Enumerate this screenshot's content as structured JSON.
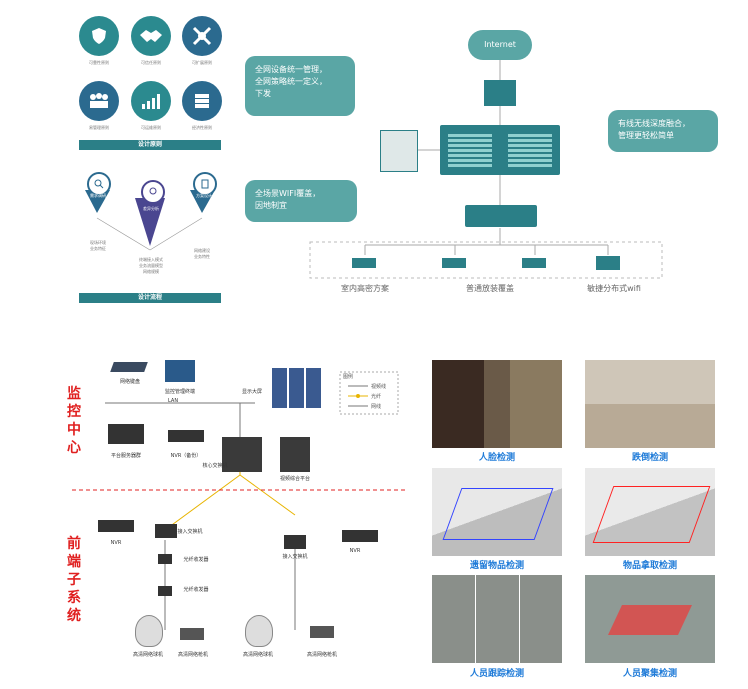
{
  "top_left": {
    "icon_labels": [
      "可靠性原则",
      "可信任原则",
      "可扩展原则",
      "易管理原则",
      "可运维原则",
      "经济性原则"
    ],
    "design_principle": "设计原则",
    "process_steps": [
      "需求调研",
      "差异分析",
      "方案设计"
    ],
    "process_notes": [
      "现场环境\n业务特征",
      "终端接入模式\n业务流量模型\n网络规模",
      "网络建设\n业务特性"
    ],
    "design_process": "设计流程"
  },
  "network": {
    "internet": "Internet",
    "bubble1": "全网设备统一管理，\n全网策略统一定义，\n下发",
    "bubble2": "有线无线深度融合，\n管理更轻松简单",
    "bubble3": "全场景WIFI覆盖，\n因地制宜",
    "scenarios": [
      "室内高密方案",
      "普通放装覆盖",
      "敏捷分布式wifi"
    ]
  },
  "monitoring": {
    "center_label": "监控中心",
    "front_label": "前端子系统",
    "legend_title": "图例",
    "legend_items": [
      "视频线",
      "光纤",
      "网线"
    ],
    "devices": {
      "keyboard": "网络键盘",
      "workstation": "监控管理终端",
      "display": "显示大屏",
      "platform_server": "平台服务器群",
      "nvr_backup": "NVR（备份）",
      "core_switch": "核心交换机",
      "video_platform": "视频综合平台",
      "nvr_left": "NVR",
      "nvr_right": "NVR",
      "access_switch_left": "接入交换机",
      "access_switch_right": "接入交换机",
      "fiber_tx1": "光纤收发器",
      "fiber_tx2": "光纤收发器",
      "cam1": "高清网络球机",
      "cam2": "高清网络枪机",
      "cam3": "高清网络球机",
      "cam4": "高清网络枪机"
    },
    "lan": "LAN"
  },
  "detections": [
    "人脸检测",
    "跌倒检测",
    "遗留物品检测",
    "物品拿取检测",
    "人员跟踪检测",
    "人员聚集检测"
  ]
}
